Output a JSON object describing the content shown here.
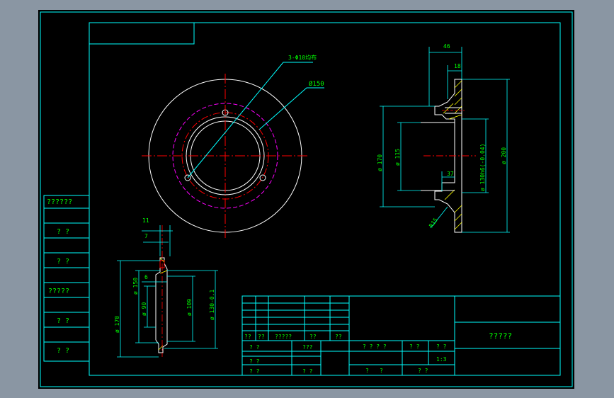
{
  "colors": {
    "background": "#000000",
    "frame": "#00ffff",
    "geometry": "#ffffff",
    "center_line": "#ff0000",
    "hidden_circle": "#ff00ff",
    "dimension": "#00ffff",
    "text": "#00ff00",
    "hatch": "#ffff00",
    "outer_bg": "#8a96a3"
  },
  "front_view": {
    "hole_note": "3-Φ10均布",
    "bolt_circle_dim": "Ø150"
  },
  "section_view": {
    "dims": {
      "d_width": "46",
      "d_flange": "18",
      "d_inner_depth": "37",
      "d_phi170": "ø 170",
      "d_phi115": "ø 115",
      "d_phi130": "ø 130h6(-0.04)",
      "d_phi200": "ø 200",
      "d_r15": "R15"
    }
  },
  "detail_view": {
    "dims": {
      "d_11": "11",
      "d_7": "7",
      "d_6": "6",
      "d_phi150": "ø 150",
      "d_phi170": "ø 170",
      "d_phi90": "ø 90",
      "d_phi109": "ø 109",
      "d_phi130": "ø 130-0.1"
    }
  },
  "left_labels": {
    "l1": "??????",
    "l2": "? ?",
    "l3": "? ?",
    "l4": "?????",
    "l5": "? ?",
    "l6": "? ?"
  },
  "title_block": {
    "title": "?????",
    "a1": "??",
    "a2": "??",
    "a3": "?????",
    "a4": "??",
    "a5": "??",
    "b1": "? ?",
    "b2": "???",
    "b3": "? ?",
    "b4": "? ?",
    "c1": "? ? ? ?",
    "c2": "? ?",
    "c3": "? ?",
    "c4": "1:3",
    "c5": "?",
    "c6": "?",
    "c7": "? ?"
  }
}
